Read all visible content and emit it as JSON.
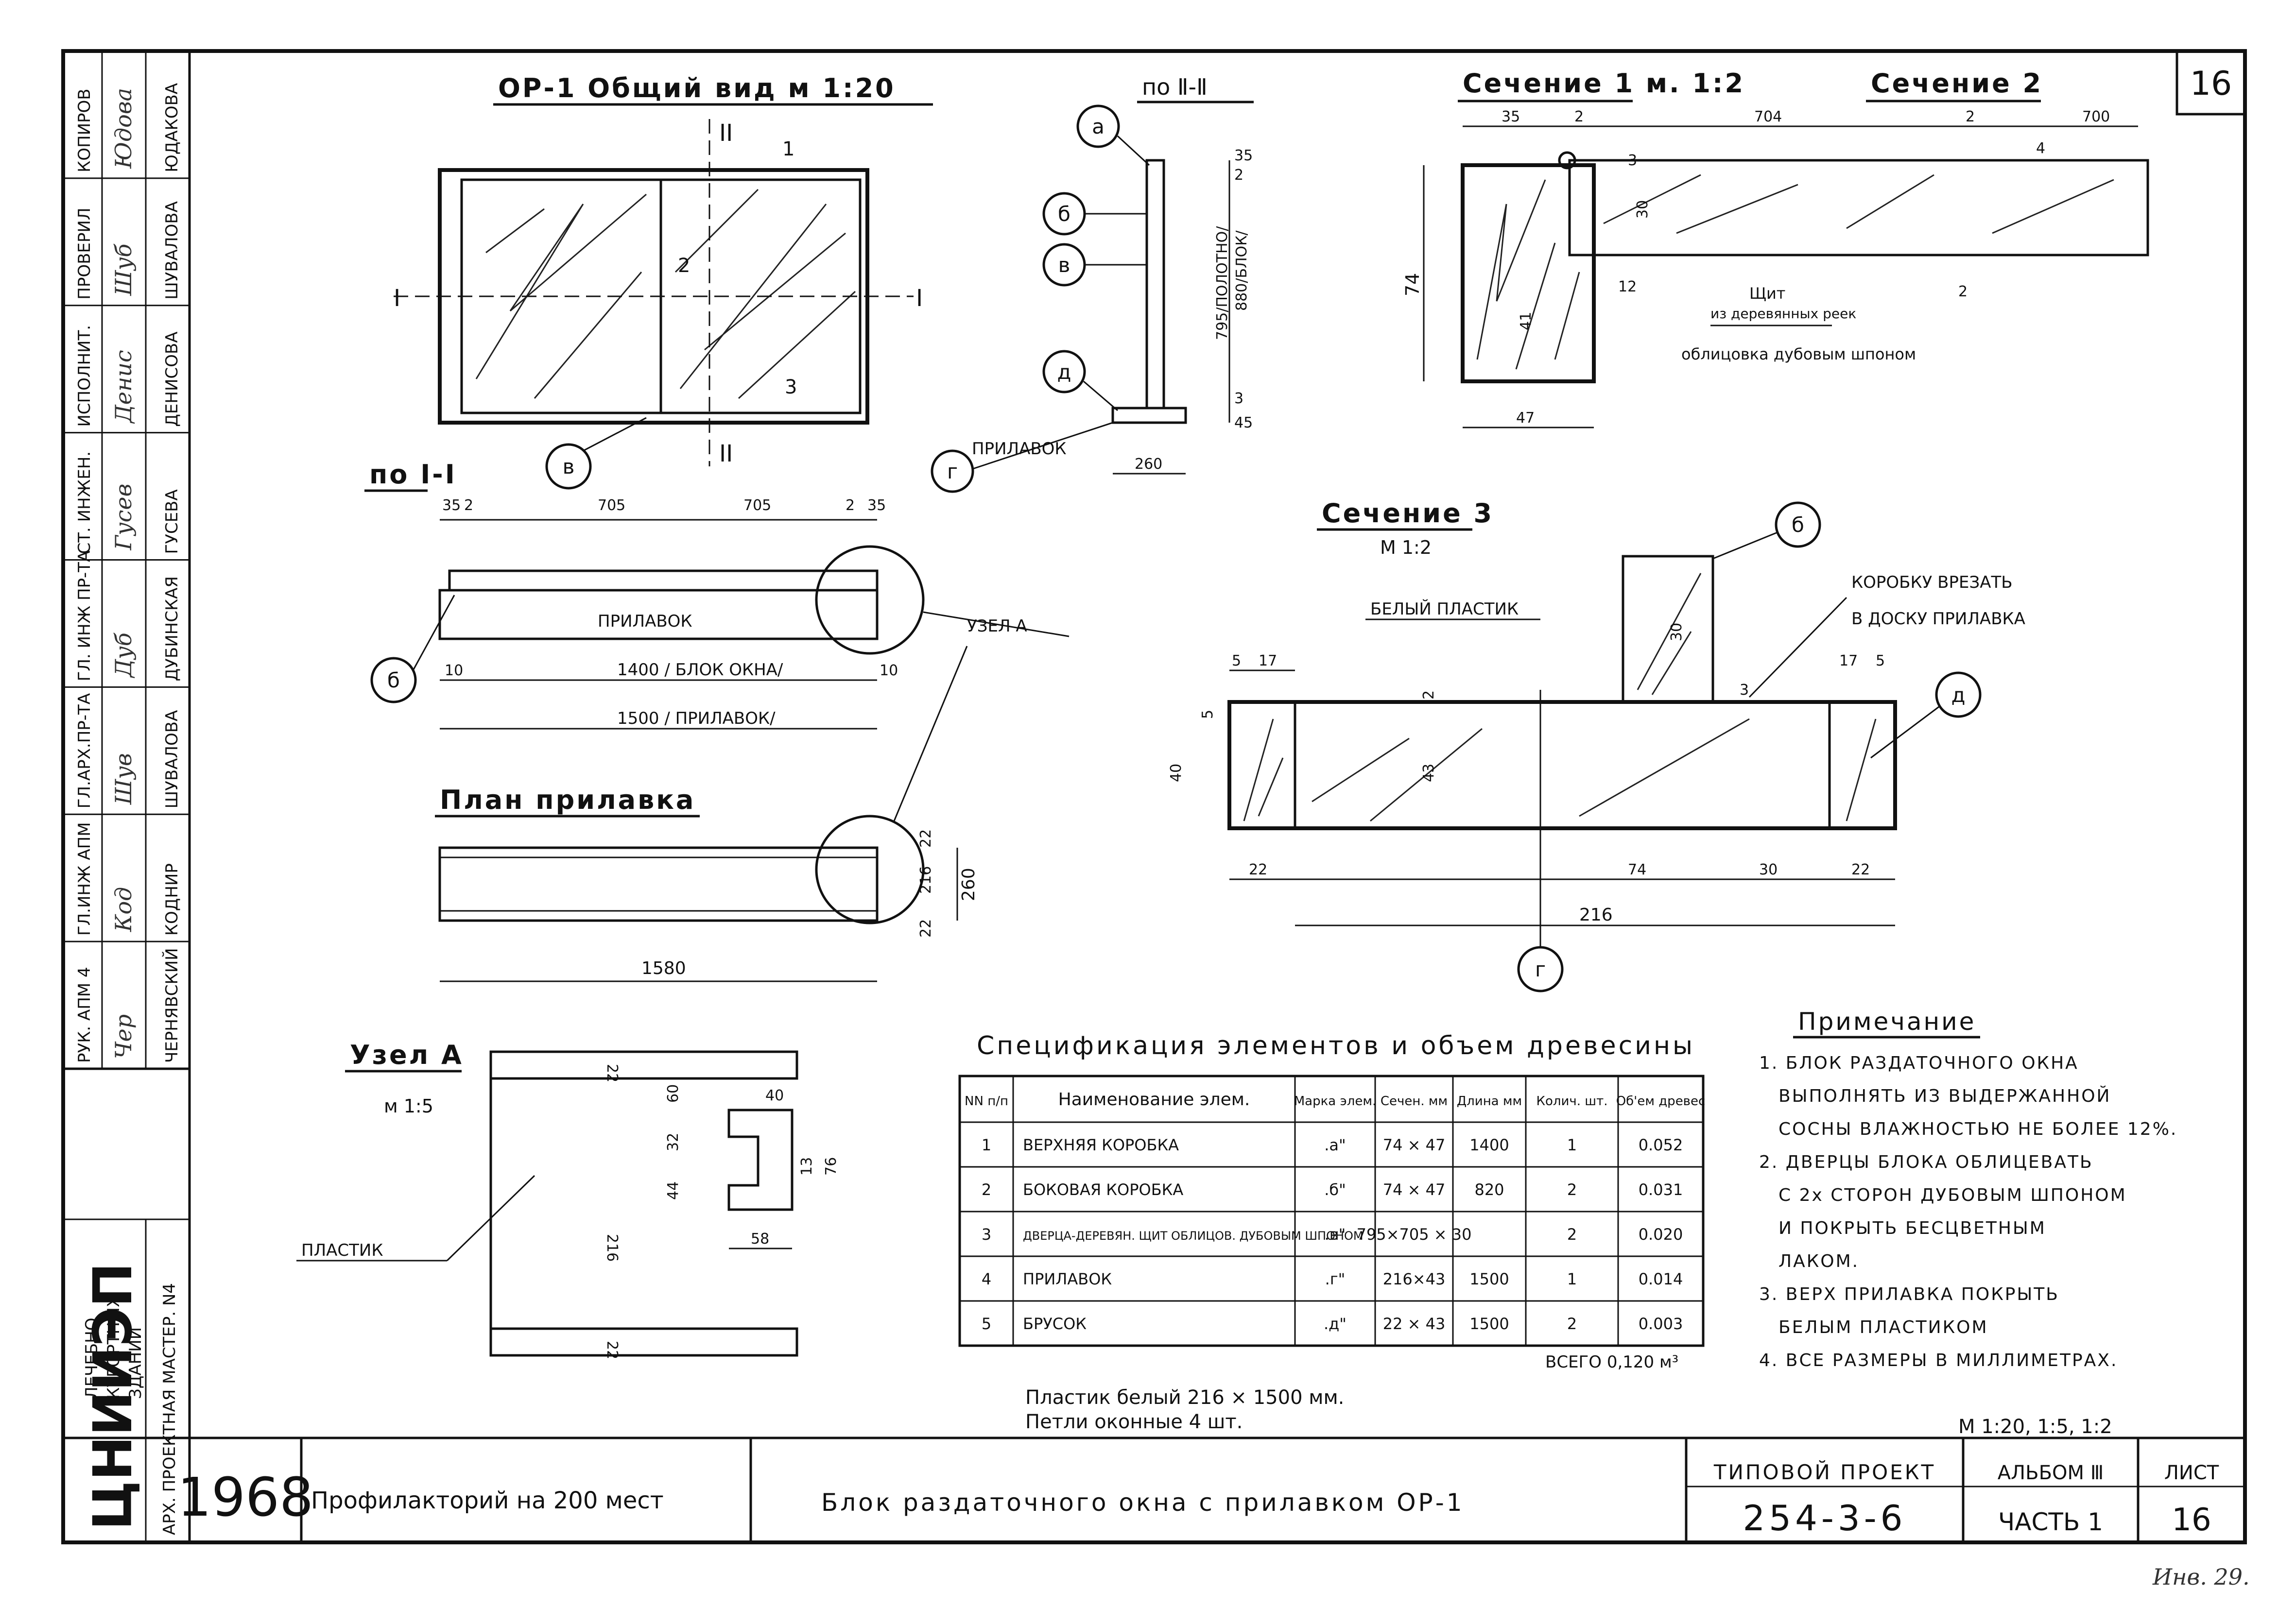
{
  "sheet": {
    "number_top": "16",
    "org_logo": "ЦНИИЭП",
    "org_name_line1": "ЛЕЧЕБНО",
    "org_name_line2": "КУРОРТНЫХ",
    "org_name_line3": "ЗДАНИЙ",
    "workshop": "АРХ. ПРОЕКТНАЯ МАСТЕР. N4",
    "year": "1968",
    "project_name": "Профилакторий на 200 мест",
    "drawing_title": "Блок раздаточного окна с прилавком ОР-1",
    "typical_project_label": "ТИПОВОЙ ПРОЕКТ",
    "typical_project_value": "254-3-6",
    "album_label": "АЛЬБОМ Ⅲ",
    "album_value": "ЧАСТЬ 1",
    "sheet_label": "ЛИСТ",
    "sheet_value": "16",
    "inv": "Инв. 29.",
    "scales": "М 1:20, 1:5, 1:2"
  },
  "stamp": [
    {
      "role": "КОПИРОВ",
      "sign": "Юдова",
      "name": "ЮДАКОВА"
    },
    {
      "role": "ПРОВЕРИЛ",
      "sign": "Шуб",
      "name": "ШУВАЛОВА"
    },
    {
      "role": "ИСПОЛНИТ.",
      "sign": "Денис",
      "name": "ДЕНИСОВА"
    },
    {
      "role": "СТ. ИНЖЕН.",
      "sign": "Гусев",
      "name": "ГУСЕВА"
    },
    {
      "role": "ГЛ. ИНЖ ПР-ТА",
      "sign": "Дуб",
      "name": "ДУБИНСКАЯ"
    },
    {
      "role": "ГЛ.АРХ.ПР-ТА",
      "sign": "Шув",
      "name": "ШУВАЛОВА"
    },
    {
      "role": "ГЛ.ИНЖ АПМ",
      "sign": "Код",
      "name": "КОДНИР"
    },
    {
      "role": "РУК. АПМ 4",
      "sign": "Чер",
      "name": "ЧЕРНЯВСКИЙ"
    }
  ],
  "views": {
    "general": {
      "title": "ОР-1 Общий вид м 1:20",
      "cut_1": "I",
      "cut_2": "II",
      "mark_1": "1",
      "mark_2": "2",
      "mark_3": "3"
    },
    "section_2_2": {
      "title": "по Ⅱ-Ⅱ",
      "dim_1": "795/ПОЛОТНО/",
      "dim_2": "880/БЛОК/",
      "dim_3": "35",
      "dim_4": "2",
      "dim_5": "45",
      "dim_6": "3",
      "dim_7": "260",
      "label": "ПРИЛАВОК"
    },
    "section_1_1": {
      "title": "по I-I",
      "d1": "35",
      "d2": "2",
      "d3": "705",
      "d4": "705",
      "d5": "2",
      "d6": "35",
      "counter": "ПРИЛАВОК",
      "d7": "10",
      "d8": "1400 / БЛОК ОКНА/",
      "d9": "10",
      "d10": "1500 / ПРИЛАВОК/",
      "node": "УЗЕЛ А"
    },
    "plan": {
      "title": "План прилавка",
      "d1": "1580",
      "d2": "260",
      "d3": "216",
      "d4": "22",
      "d5": "22"
    },
    "section_1": {
      "title": "Сечение 1 м. 1:2",
      "d1": "35",
      "d2": "2",
      "d3": "704",
      "d4": "74",
      "d5": "47",
      "d6": "30",
      "d7": "12",
      "d8": "41",
      "d9": "3",
      "note1": "Щит",
      "note2": "из деревянных реек",
      "note3": "облицовка дубовым шпоном"
    },
    "section_2": {
      "title": "Сечение 2",
      "d1": "2",
      "d2": "700",
      "d3": "4",
      "d4": "2"
    },
    "section_3": {
      "title": "Сечение 3",
      "scale": "М 1:2",
      "label1": "БЕЛЫЙ ПЛАСТИК",
      "label2": "КОРОБКУ ВРЕЗАТЬ",
      "label3": "В ДОСКУ ПРИЛАВКА",
      "d1": "5",
      "d2": "17",
      "d3": "5",
      "d4": "40",
      "d5": "43",
      "d6": "2",
      "d7": "22",
      "d8": "74",
      "d9": "30",
      "d10": "22",
      "d11": "216",
      "d12": "30",
      "d13": "3",
      "d14": "17",
      "d15": "5"
    },
    "node_a": {
      "title": "Узел А",
      "scale": "м 1:5",
      "label": "ПЛАСТИК",
      "d1": "22",
      "d2": "216",
      "d3": "22",
      "d4": "60",
      "d5": "40",
      "d6": "32",
      "d7": "44",
      "d8": "76",
      "d9": "13",
      "d10": "58"
    }
  },
  "callouts": {
    "a": "а",
    "b": "б",
    "v": "в",
    "g": "г",
    "d": "д"
  },
  "spec": {
    "title": "Спецификация элементов и объем древесины",
    "headers": [
      "NN п/п",
      "Наименование элем.",
      "Марка элем.",
      "Сечен. мм",
      "Длина мм",
      "Колич. шт.",
      "Об'ем древес"
    ],
    "rows": [
      [
        "1",
        "ВЕРХНЯЯ КОРОБКА",
        ".а\"",
        "74 × 47",
        "1400",
        "1",
        "0.052"
      ],
      [
        "2",
        "БОКОВАЯ КОРОБКА",
        ".б\"",
        "74 × 47",
        "820",
        "2",
        "0.031"
      ],
      [
        "3",
        "ДВЕРЦА-ДЕРЕВЯН. ЩИТ ОБЛИЦОВ. ДУБОВЫМ ШПОНОМ",
        ".в\"",
        "795×705 × 30",
        "",
        "2",
        "0.020"
      ],
      [
        "4",
        "ПРИЛАВОК",
        ".г\"",
        "216×43",
        "1500",
        "1",
        "0.014"
      ],
      [
        "5",
        "БРУСОК",
        ".д\"",
        "22 × 43",
        "1500",
        "2",
        "0.003"
      ]
    ],
    "total": "ВСЕГО 0,120 м³"
  },
  "materials": {
    "line1": "Пластик белый 216 × 1500 мм.",
    "line2": "Петли оконные 4 шт."
  },
  "notes": {
    "title": "Примечание",
    "items": [
      "1. БЛОК РАЗДАТОЧНОГО ОКНА",
      "ВЫПОЛНЯТЬ ИЗ ВЫДЕРЖАННОЙ",
      "СОСНЫ ВЛАЖНОСТЬЮ НЕ БОЛЕЕ 12%.",
      "2. ДВЕРЦЫ БЛОКА ОБЛИЦЕВАТЬ",
      "С 2х СТОРОН ДУБОВЫМ ШПОНОМ",
      "И ПОКРЫТЬ БЕСЦВЕТНЫМ",
      "ЛАКОМ.",
      "3. ВЕРХ ПРИЛАВКА ПОКРЫТЬ",
      "БЕЛЫМ ПЛАСТИКОМ",
      "4. ВСЕ РАЗМЕРЫ В МИЛЛИМЕТРАХ."
    ]
  }
}
